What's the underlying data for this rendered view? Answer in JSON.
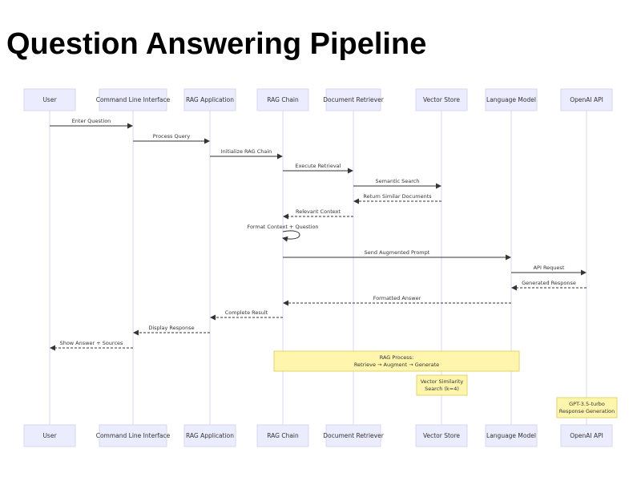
{
  "title": "Question Answering Pipeline",
  "participants": [
    "User",
    "Command Line Interface",
    "RAG Application",
    "RAG Chain",
    "Document Retriever",
    "Vector Store",
    "Language Model",
    "OpenAI API"
  ],
  "messages": [
    {
      "from": 0,
      "to": 1,
      "label": "Enter Question",
      "dashed": false
    },
    {
      "from": 1,
      "to": 2,
      "label": "Process Query",
      "dashed": false
    },
    {
      "from": 2,
      "to": 3,
      "label": "Initialize RAG Chain",
      "dashed": false
    },
    {
      "from": 3,
      "to": 4,
      "label": "Execute Retrieval",
      "dashed": false
    },
    {
      "from": 4,
      "to": 5,
      "label": "Semantic Search",
      "dashed": false
    },
    {
      "from": 5,
      "to": 4,
      "label": "Return Similar Documents",
      "dashed": true
    },
    {
      "from": 4,
      "to": 3,
      "label": "Relevant Context",
      "dashed": true
    },
    {
      "from": 3,
      "to": 3,
      "label": "Format Context + Question",
      "dashed": false
    },
    {
      "from": 3,
      "to": 6,
      "label": "Send Augmented Prompt",
      "dashed": false
    },
    {
      "from": 6,
      "to": 7,
      "label": "API Request",
      "dashed": false
    },
    {
      "from": 7,
      "to": 6,
      "label": "Generated Response",
      "dashed": true
    },
    {
      "from": 6,
      "to": 3,
      "label": "Formatted Answer",
      "dashed": true
    },
    {
      "from": 3,
      "to": 2,
      "label": "Complete Result",
      "dashed": true
    },
    {
      "from": 2,
      "to": 1,
      "label": "Display Response",
      "dashed": true
    },
    {
      "from": 1,
      "to": 0,
      "label": "Show Answer + Sources",
      "dashed": true
    }
  ],
  "notes": [
    {
      "over": [
        3,
        6
      ],
      "lines": [
        "RAG Process:",
        "Retrieve → Augment → Generate"
      ]
    },
    {
      "over": [
        5
      ],
      "lines": [
        "Vector Similarity",
        "Search (k=4)"
      ]
    },
    {
      "over": [
        7
      ],
      "lines": [
        "GPT-3.5-turbo",
        "Response Generation"
      ]
    }
  ]
}
